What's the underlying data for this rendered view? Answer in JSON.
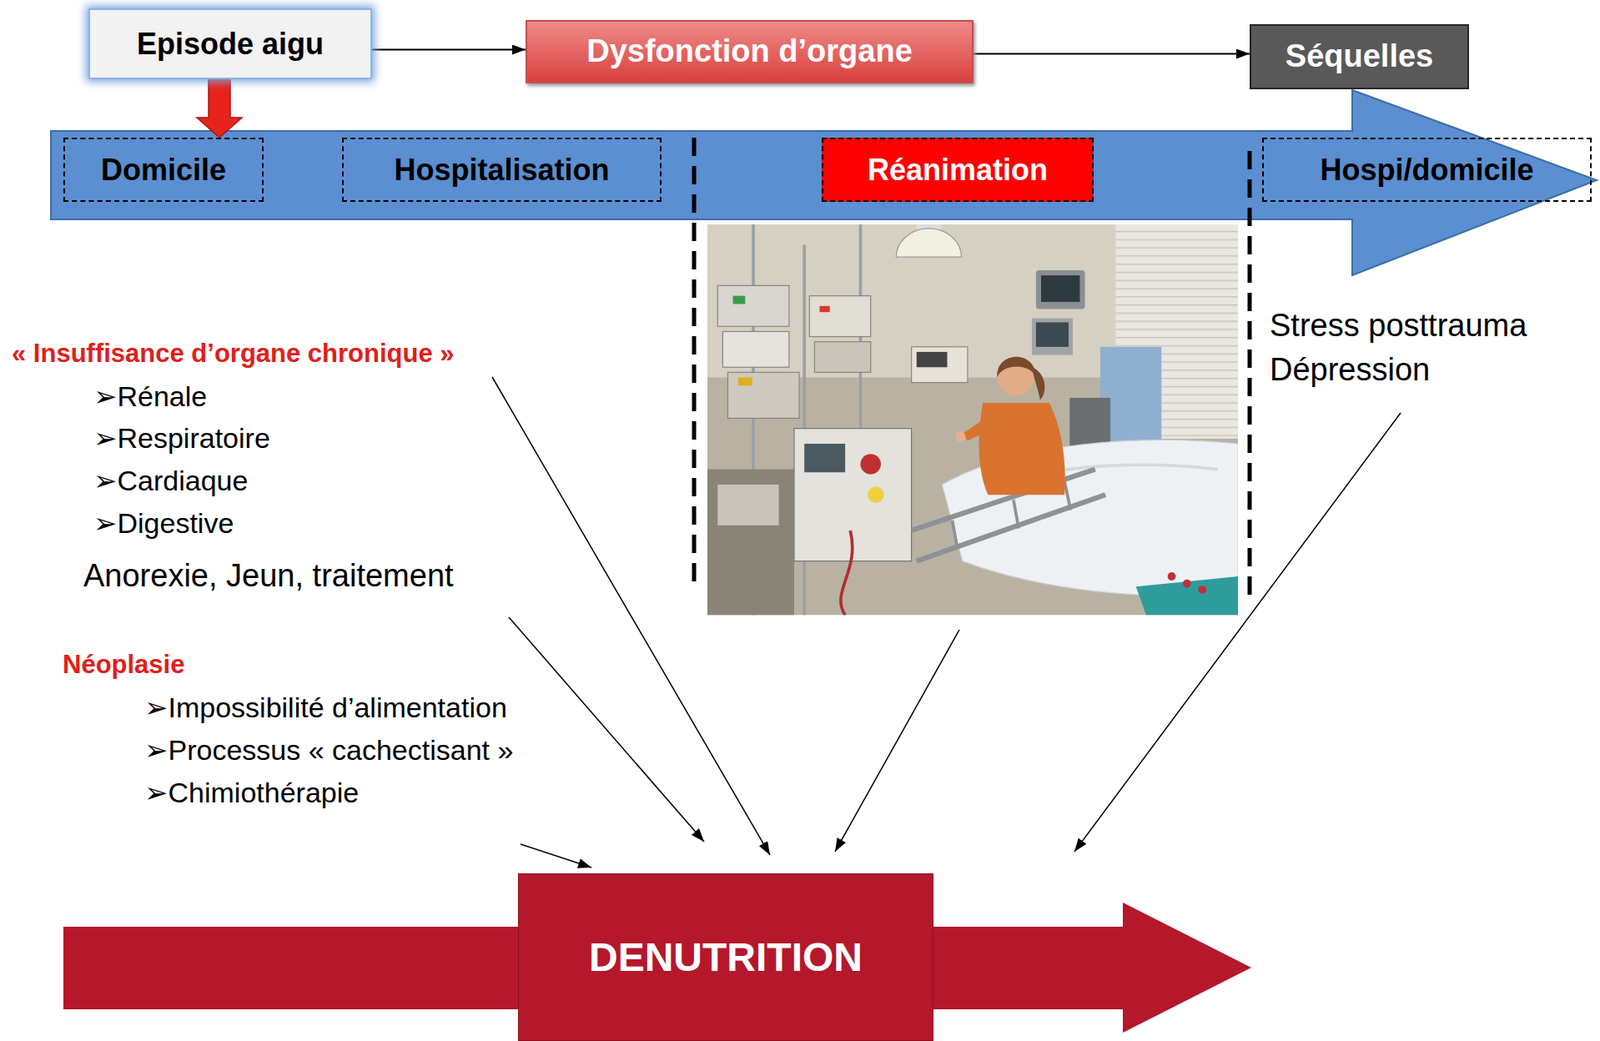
{
  "diagram": {
    "nodes": [
      {
        "text": [
          "Episode aigu"
        ]
      },
      {
        "text": [
          "Dysfonction d’organe"
        ]
      },
      {
        "text": [
          "Séquelles"
        ]
      },
      {
        "text": [
          "Domicile"
        ]
      },
      {
        "text": [
          "Hospitalisation"
        ]
      },
      {
        "text": [
          "Réanimation"
        ]
      },
      {
        "text": [
          "Hospi/domicile"
        ]
      },
      {
        "text": [
          "DENUTRITION"
        ]
      }
    ],
    "edges": [
      {
        "from": 0,
        "to": 1,
        "arrow": "to"
      },
      {
        "from": 1,
        "to": 2,
        "arrow": "to"
      },
      {
        "from": 0,
        "to": 3,
        "arrow": "to"
      }
    ],
    "labels": [
      "« Insuffisance d’organe chronique »",
      "➢Rénale",
      "➢Respiratoire",
      "➢Cardiaque",
      "➢Digestive",
      "Anorexie, Jeun, traitement",
      "Néoplasie",
      "➢Impossibilité d’alimentation",
      "➢Processus « cachectisant »",
      "➢Chimiothérapie",
      "Stress posttrauma",
      "Dépression"
    ]
  }
}
